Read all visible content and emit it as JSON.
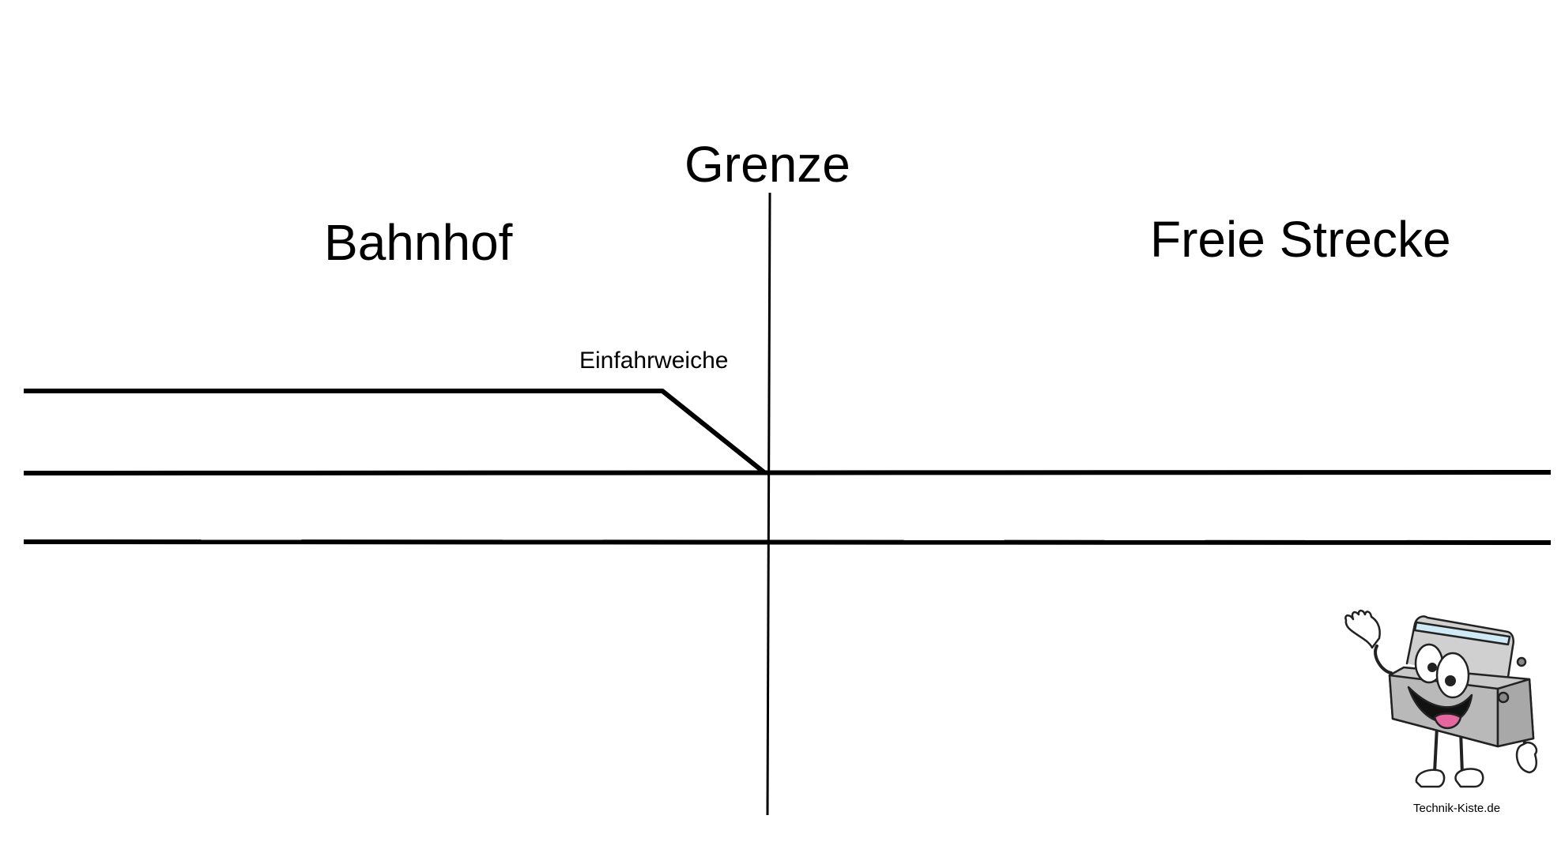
{
  "labels": {
    "boundary": "Grenze",
    "station": "Bahnhof",
    "open_line": "Freie Strecke",
    "entry_switch": "Einfahrweiche"
  },
  "branding": {
    "site": "Technik-Kiste.de",
    "mascot_icon": "toolbox-mascot-icon"
  },
  "colors": {
    "line": "#000000",
    "background": "#ffffff",
    "mascot_body": "#c8c8c8",
    "mascot_handle": "#cfeaf5",
    "mascot_tongue": "#e6679f"
  }
}
